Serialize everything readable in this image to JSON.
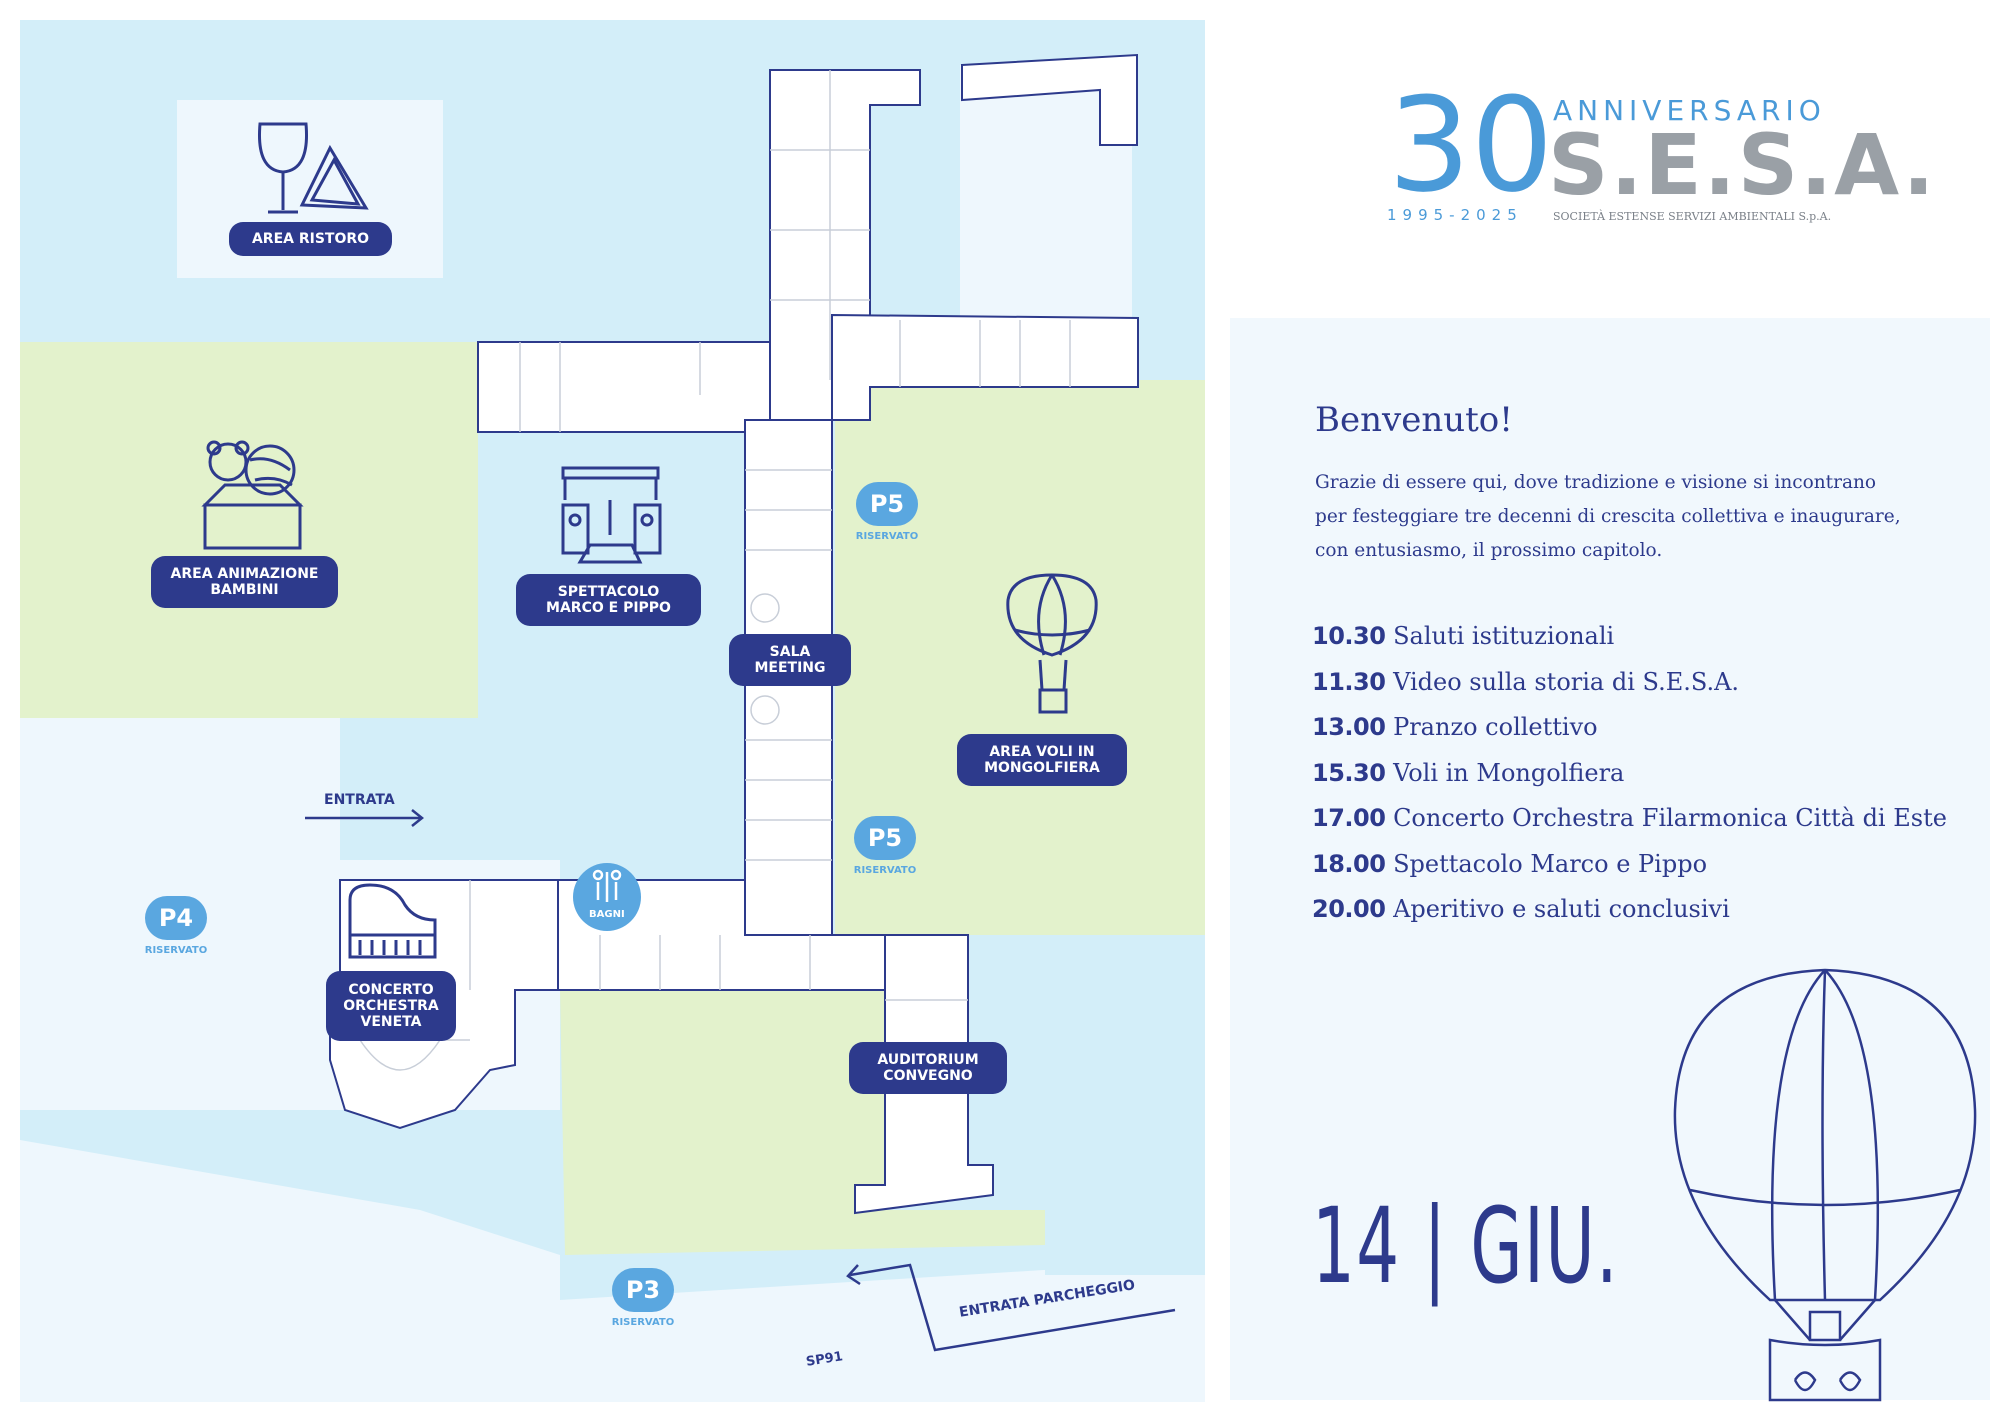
{
  "logo": {
    "number": "30",
    "anniversary": "ANNIVERSARIO",
    "brand": "S.E.S.A.",
    "years": "1995-2025",
    "company": "SOCIETÀ ESTENSE SERVIZI AMBIENTALI S.p.A."
  },
  "welcome": {
    "title": "Benvenuto!",
    "lines": [
      "Grazie di essere qui, dove tradizione e visione si incontrano",
      "per festeggiare tre decenni di crescita collettiva e inaugurare,",
      "con entusiasmo, il prossimo capitolo."
    ]
  },
  "schedule": [
    {
      "time": "10.30",
      "event": "Saluti istituzionali"
    },
    {
      "time": "11.30",
      "event": "Video sulla storia di S.E.S.A."
    },
    {
      "time": "13.00",
      "event": "Pranzo collettivo"
    },
    {
      "time": "15.30",
      "event": "Voli in Mongolfiera"
    },
    {
      "time": "17.00",
      "event": "Concerto Orchestra Filarmonica Città di Este"
    },
    {
      "time": "18.00",
      "event": "Spettacolo Marco e Pippo"
    },
    {
      "time": "20.00",
      "event": "Aperitivo e saluti conclusivi"
    }
  ],
  "date": "14 | GIU.",
  "map": {
    "areas": {
      "ristoro": "AREA RISTORO",
      "animazione": "AREA ANIMAZIONE\nBAMBINI",
      "spettacolo": "SPETTACOLO\nMARCO E PIPPO",
      "sala_meeting": "SALA\nMEETING",
      "voli": "AREA VOLI IN\nMONGOLFIERA",
      "concerto": "CONCERTO\nORCHESTRA\nVENETA",
      "auditorium": "AUDITORIUM\nCONVEGNO",
      "bagni": "BAGNI"
    },
    "parking": {
      "p5a": "P5",
      "p5b": "P5",
      "p4": "P4",
      "p3": "P3",
      "reserved": "RISERVATO"
    },
    "entrance": "ENTRATA",
    "parking_entrance": "ENTRATA PARCHEGGIO",
    "road": "SP91"
  },
  "colors": {
    "navy": "#2d3a8c",
    "light_blue": "#d3eef9",
    "pale_blue": "#eef7fd",
    "green": "#e3f2cc",
    "badge_blue": "#5aa7e0"
  }
}
